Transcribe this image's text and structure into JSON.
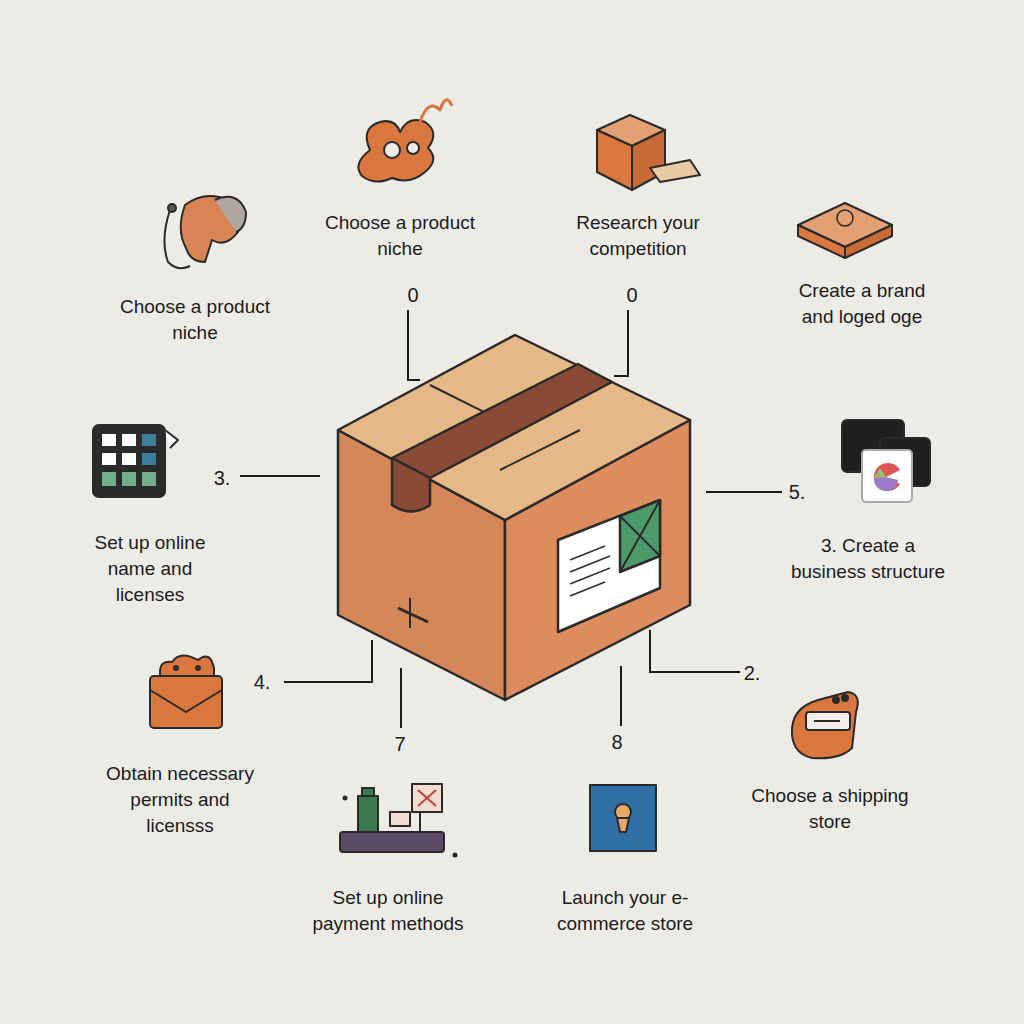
{
  "diagram": {
    "labels": [
      "Choose a product niche",
      "Research your competition",
      "0",
      "0",
      "Create a brand and loged oge",
      "Choose a product niche",
      "3.",
      "5.",
      "Set up online name and licenses",
      "3. Create a business structure",
      "2.",
      "4.",
      "8",
      "7",
      "Obtain necessary permits and licensss",
      "Choose a shipping store",
      "Set up online payment methods",
      "Launch your e-commerce store"
    ]
  }
}
